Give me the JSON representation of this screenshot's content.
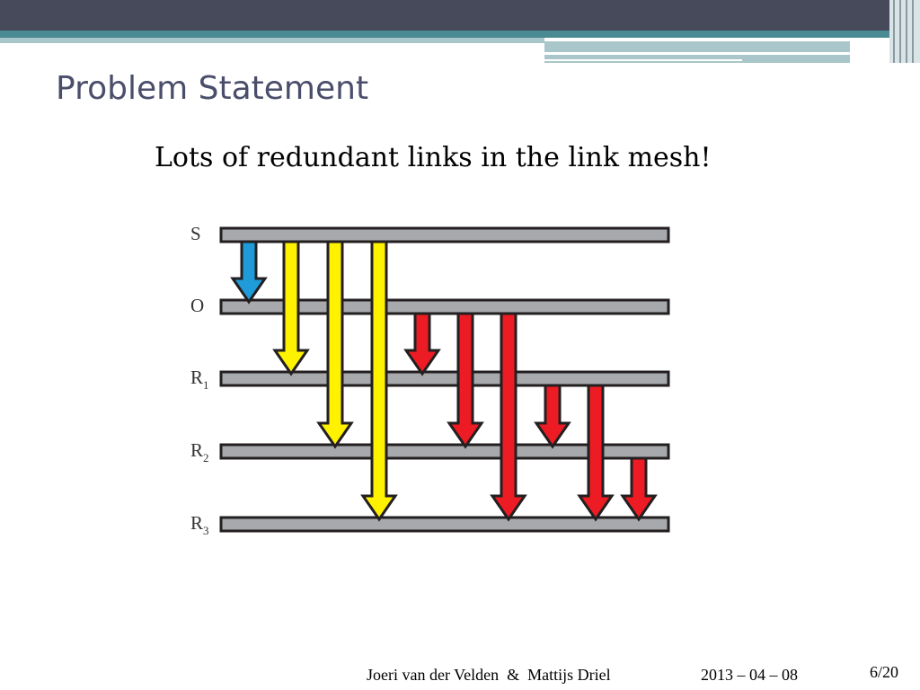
{
  "slide": {
    "title": "Problem Statement",
    "subtitle": "Lots of redundant links in the link mesh!"
  },
  "diagram": {
    "levels": [
      {
        "label": "S",
        "sub": ""
      },
      {
        "label": "O",
        "sub": ""
      },
      {
        "label": "R",
        "sub": "1"
      },
      {
        "label": "R",
        "sub": "2"
      },
      {
        "label": "R",
        "sub": "3"
      }
    ],
    "links": [
      {
        "from": 0,
        "to": 1,
        "color": "#1e9bd8"
      },
      {
        "from": 0,
        "to": 2,
        "color": "#fff200"
      },
      {
        "from": 0,
        "to": 3,
        "color": "#fff200"
      },
      {
        "from": 0,
        "to": 4,
        "color": "#fff200"
      },
      {
        "from": 1,
        "to": 2,
        "color": "#ed1c24"
      },
      {
        "from": 1,
        "to": 3,
        "color": "#ed1c24"
      },
      {
        "from": 1,
        "to": 4,
        "color": "#ed1c24"
      },
      {
        "from": 2,
        "to": 3,
        "color": "#ed1c24"
      },
      {
        "from": 2,
        "to": 4,
        "color": "#ed1c24"
      },
      {
        "from": 3,
        "to": 4,
        "color": "#ed1c24"
      }
    ],
    "colors": {
      "bar": "#a7a9ac",
      "outline": "#231f20"
    }
  },
  "footer": {
    "authors": "Joeri van der Velden  &  Mattijs Driel",
    "date": "2013 – 04 – 08",
    "page": "6/20"
  },
  "theme": {
    "dark": "#474a5a",
    "teal": "#4a8a92",
    "light_teal": "#a9c6ca",
    "title_color": "#4a4e6a"
  }
}
